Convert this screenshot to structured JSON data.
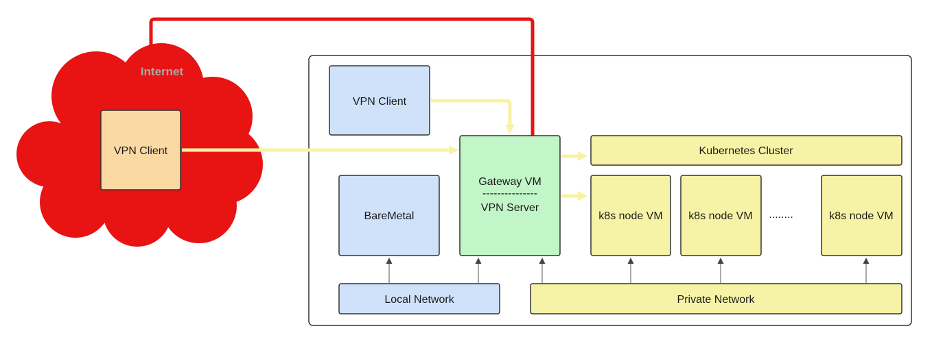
{
  "cloud": {
    "label": "Internet",
    "color": "#e81313",
    "label_color": "#a8a8a8"
  },
  "nodes": {
    "internet_vpn_client": "VPN Client",
    "local_vpn_client": "VPN Client",
    "gateway_vm": "Gateway VM",
    "gateway_divider": "---------------",
    "vpn_server": "VPN Server",
    "baremetal": "BareMetal",
    "kubernetes_cluster": "Kubernetes Cluster",
    "k8s_node_1": "k8s node VM",
    "k8s_node_2": "k8s node VM",
    "k8s_ellipsis": "........",
    "k8s_node_3": "k8s node VM",
    "local_network": "Local Network",
    "private_network": "Private Network"
  },
  "colors": {
    "blue_fill": "#cfe2fa",
    "green_fill": "#c2f5c8",
    "yellow_fill": "#f7f3a6",
    "orange_fill": "#fbd9a3",
    "tunnel_arrow": "#f8f3a3",
    "internet_link": "#e81313",
    "outline": "#333333"
  }
}
